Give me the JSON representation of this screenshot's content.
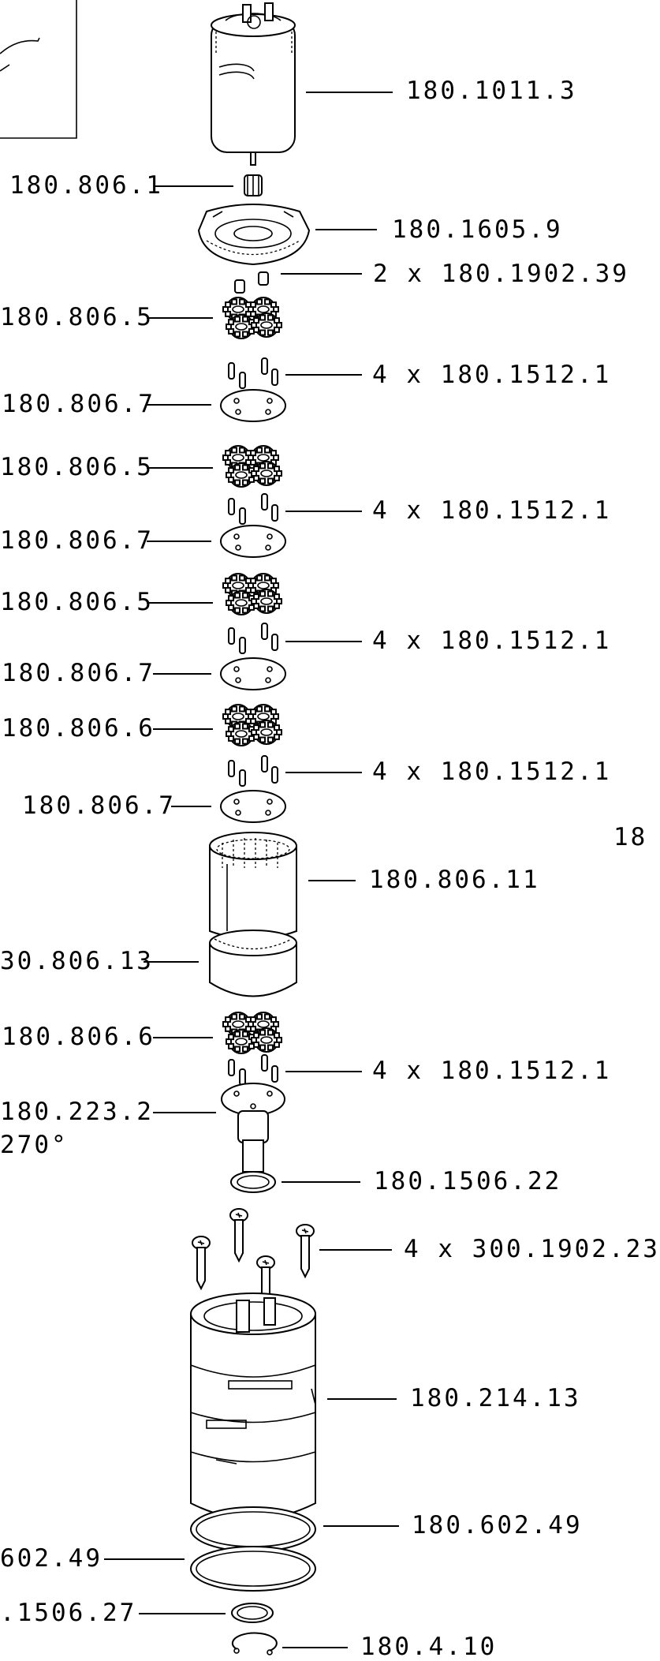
{
  "labels": {
    "motor": "180.1011.3",
    "pinion": "180.806.1",
    "motor_plate": "180.1605.9",
    "plate_screws": "2 x 180.1902.39",
    "gears_1": "180.806.5",
    "pins_1": "4 x 180.1512.1",
    "carrier_1": "180.806.7",
    "gears_2": "180.806.5",
    "pins_2": "4 x 180.1512.1",
    "carrier_2": "180.806.7",
    "gears_3": "180.806.5",
    "pins_3": "4 x 180.1512.1",
    "carrier_3": "180.806.7",
    "gears_4": "180.806.6",
    "pins_4": "4 x 180.1512.1",
    "carrier_4": "180.806.7",
    "ring_gear": "180.806.11",
    "ring_gear_lower": "30.806.13",
    "gears_5": "180.806.6",
    "pins_5": "4 x 180.1512.1",
    "output_shaft": "180.223.2",
    "output_angle": "270°",
    "ring_1506_22": "180.1506.22",
    "housing_screws": "4 x 300.1902.23",
    "housing": "180.214.13",
    "oring_right": "180.602.49",
    "oring_left": "602.49",
    "ring_1506_27": ".1506.27",
    "circlip": "180.4.10",
    "cropped_right": "18"
  }
}
